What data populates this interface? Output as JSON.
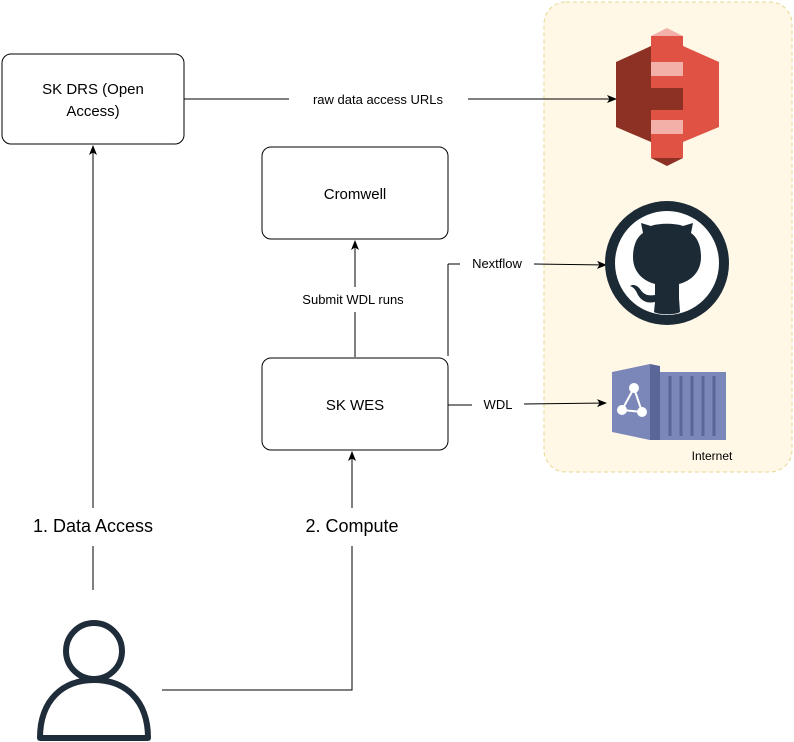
{
  "colors": {
    "internet_bg": "#FFF8E6",
    "internet_border": "#E8D68F",
    "s3_red": "#E05243",
    "s3_dark": "#8C3123",
    "s3_light": "#F2B0A9",
    "github_dark": "#1B2A35",
    "container_blue": "#7B87B8",
    "container_dark": "#5A6598",
    "user_stroke": "#1F2D3A"
  },
  "nodes": {
    "drs": {
      "line1": "SK DRS (Open",
      "line2": "Access)"
    },
    "cromwell": {
      "label": "Cromwell"
    },
    "wes": {
      "label": "SK WES"
    }
  },
  "edges": {
    "raw_data": "raw data access URLs",
    "submit": "Submit WDL runs",
    "nextflow": "Nextflow",
    "wdl": "WDL",
    "data_access": "1. Data Access",
    "compute": "2. Compute"
  },
  "groups": {
    "internet": "Internet"
  },
  "icons": {
    "s3": "aws-s3-bucket-icon",
    "github": "github-octocat-icon",
    "container": "docker-container-icon",
    "user": "user-person-icon"
  }
}
